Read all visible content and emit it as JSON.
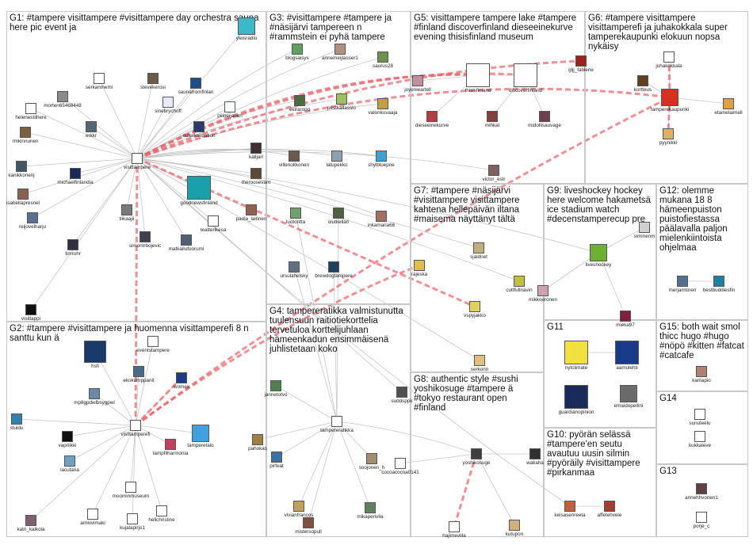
{
  "groups": [
    {
      "id": "G1",
      "label": "G1: #tampere visittampere #visittampere day orchestra sauna here pic event ja"
    },
    {
      "id": "G2",
      "label": "G2: #tampere #visittampere ja huomenna visittamperefi 8 n santtu kun ä"
    },
    {
      "id": "G3",
      "label": "G3: #visittampere #tampere ja #näsijärvi tampereen n #rammstein ei pyhä tampere"
    },
    {
      "id": "G4",
      "label": "G4: tampereratikka valmistunutta tuulensuun raitiotiekorttelia tervetuloa korttelijuhlaan hämeenkadun ensimmäisenä juhlistetaan koko"
    },
    {
      "id": "G5",
      "label": "G5: visittampere tampere lake #tampere #finland discoverfinland dieseeinekurve evening thisisfinland museum"
    },
    {
      "id": "G6",
      "label": "G6: #tampere visittampere visittamperefi ja juhakokkala super tamperekaupunki elokuun nopsa nykäisy"
    },
    {
      "id": "G7",
      "label": "G7: #tampere #näsijärvi #visittampere visittampere kahtena hellepäivän iltana #maisema näyttänyt tältä"
    },
    {
      "id": "G8",
      "label": "G8: authentic style #sushi yoshikosuge #tampere ä #tokyo restaurant open #finland"
    },
    {
      "id": "G9",
      "label": "G9: liveshockey hockey here welcome hakametsä ice stadium watch #decenstamperecup pre"
    },
    {
      "id": "G10",
      "label": "G10: pyörän selässä #tampere'en seutu avautuu uusin silmin #pyöräily #visittampere #pirkanmaa"
    },
    {
      "id": "G11",
      "label": "G11"
    },
    {
      "id": "G12",
      "label": "G12: olemme mukana 18 8 hämeenpuiston puistofiestassa päälavalla paljon mielenkiintoista ohjelmaa"
    },
    {
      "id": "G13",
      "label": "G13"
    },
    {
      "id": "G14",
      "label": "G14"
    },
    {
      "id": "G15",
      "label": "G15: both wait smol thicc hugo #hugo #nöpö #kitten #fatcat #catcafe"
    }
  ],
  "nodes": [
    {
      "label": "yleisradio",
      "color": "#3bb8c9"
    },
    {
      "label": "serkanmemi",
      "color": "#ffffff"
    },
    {
      "label": "stevekerosi",
      "color": "#6b5b4a"
    },
    {
      "label": "saunafromfinlan",
      "color": "#1f4d8a"
    },
    {
      "label": "morten65468448",
      "color": "#8a8a8a"
    },
    {
      "label": "helenestilhere",
      "color": "#ffffff"
    },
    {
      "label": "sinebrychoff",
      "color": "#e8e8ff"
    },
    {
      "label": "piiloeijanen",
      "color": "#ffffff"
    },
    {
      "label": "erkkr",
      "color": "#556677"
    },
    {
      "label": "euterksituation",
      "color": "#2a3b6c"
    },
    {
      "label": "rmkinnunen",
      "color": "#7a6040"
    },
    {
      "label": "kalljarl",
      "color": "#403030"
    },
    {
      "label": "kanikkonenj",
      "color": "#445566"
    },
    {
      "label": "visittampere",
      "color": "#ffffff"
    },
    {
      "label": "theroosevant",
      "color": "#5a4a3a"
    },
    {
      "label": "michaelfinlandia",
      "color": "#1a2a5a"
    },
    {
      "label": "goodnewsfinland",
      "color": "#1aa0a8"
    },
    {
      "label": "isabellapresnel",
      "color": "#8a6050"
    },
    {
      "label": "tiikaajii",
      "color": "#7a7a7a"
    },
    {
      "label": "teatterikesa",
      "color": "#ffffff"
    },
    {
      "label": "paola_laitinen",
      "color": "#906050"
    },
    {
      "label": "reijovelharju",
      "color": "#5a7090"
    },
    {
      "label": "simontrbojevic",
      "color": "#404050"
    },
    {
      "label": "matkailufoorumi",
      "color": "#506070"
    },
    {
      "label": "timruhr",
      "color": "#303040"
    },
    {
      "label": "visitlappi",
      "color": "#101010"
    },
    {
      "label": "blogsaisys",
      "color": "#60a060"
    },
    {
      "label": "annemeijlasser1",
      "color": "#b09080"
    },
    {
      "label": "saurus28",
      "color": "#709050"
    },
    {
      "label": "ekiraropo",
      "color": "#506a40"
    },
    {
      "label": "pestkallasslo",
      "color": "#a0c060"
    },
    {
      "label": "valonkuvaaja",
      "color": "#c0a040"
    },
    {
      "label": "villenokkonen",
      "color": "#6a5a50"
    },
    {
      "label": "latupekko",
      "color": "#90a0b0"
    },
    {
      "label": "shylbluepne",
      "color": "#40a0d0"
    },
    {
      "label": "luotoritta",
      "color": "#70a070"
    },
    {
      "label": "olutkellari",
      "color": "#506040"
    },
    {
      "label": "inkamaria66",
      "color": "#a07060"
    },
    {
      "label": "ursulahelsky",
      "color": "#607080"
    },
    {
      "label": "brewdogtampere",
      "color": "#204060"
    },
    {
      "label": "dieseeinekurve",
      "color": "#b04040"
    },
    {
      "label": "thisisfinland",
      "color": "#ffffff"
    },
    {
      "label": "discoverfinland",
      "color": "#ffffff"
    },
    {
      "label": "joyenieartell",
      "color": "#c090a0"
    },
    {
      "label": "mihkal",
      "color": "#804040"
    },
    {
      "label": "midollisauvage",
      "color": "#704050"
    },
    {
      "label": "gljj_fablene",
      "color": "#a02020"
    },
    {
      "label": "juhakokkala",
      "color": "#ffffff"
    },
    {
      "label": "kortteus",
      "color": "#604020"
    },
    {
      "label": "tamperekaupunki",
      "color": "#d83020"
    },
    {
      "label": "etamelaimell",
      "color": "#e0a040"
    },
    {
      "label": "pyynikki",
      "color": "#e0b060"
    },
    {
      "label": "victor_estr",
      "color": "#806060"
    },
    {
      "label": "hsfi",
      "color": "#1a3a6a"
    },
    {
      "label": "eventstampere",
      "color": "#ffffff"
    },
    {
      "label": "ekokumppanit",
      "color": "#4a6a8a"
    },
    {
      "label": "mp8gpdwlbsygpwl",
      "color": "#6a8aaa"
    },
    {
      "label": "womex",
      "color": "#1a3a8a"
    },
    {
      "label": "visittamperefi",
      "color": "#ffffff"
    },
    {
      "label": "tamperetalo",
      "color": "#40a0e0"
    },
    {
      "label": "vapriikki",
      "color": "#101010"
    },
    {
      "label": "tampfilharmonia",
      "color": "#c04060"
    },
    {
      "label": "stuidu",
      "color": "#3080b0"
    },
    {
      "label": "lacutaria",
      "color": "#70a0c0"
    },
    {
      "label": "moominmuseum",
      "color": "#ffffff"
    },
    {
      "label": "hellchristine",
      "color": "#ffffff"
    },
    {
      "label": "katri_kalkola",
      "color": "#806070"
    },
    {
      "label": "arnkivimaki",
      "color": "#ffffff"
    },
    {
      "label": "kujalapirjo1",
      "color": "#ffffff"
    },
    {
      "label": "jannetotvo",
      "color": "#508050"
    },
    {
      "label": "pahokas",
      "color": "#a08040"
    },
    {
      "label": "tampereratikka",
      "color": "#ffffff"
    },
    {
      "label": "pirfeat",
      "color": "#4070a0"
    },
    {
      "label": "soojonen_h",
      "color": "#a09070"
    },
    {
      "label": "vivianfrancos",
      "color": "#c0a060"
    },
    {
      "label": "mikaperivila",
      "color": "#608060"
    },
    {
      "label": "mistersopull",
      "color": "#805040"
    },
    {
      "label": "rajeska",
      "color": "#e0c040"
    },
    {
      "label": "sjaldnet",
      "color": "#c0b080"
    },
    {
      "label": "cuttfullnavin",
      "color": "#c0c040"
    },
    {
      "label": "vspyjakko",
      "color": "#e0d060"
    },
    {
      "label": "serkonn",
      "color": "#e0c080"
    },
    {
      "label": "suddsppk",
      "color": "#505050"
    },
    {
      "label": "yoshikosuge",
      "color": "#404040"
    },
    {
      "label": "wakaha",
      "color": "#303030"
    },
    {
      "label": "cocoacocoa0141",
      "color": "#ffffff"
    },
    {
      "label": "hajimevilla",
      "color": "#ffffff"
    },
    {
      "label": "kutupon",
      "color": "#d0b080"
    },
    {
      "label": "liveshockey",
      "color": "#70b030"
    },
    {
      "label": "mikkoeronen",
      "color": "#d0a0b0"
    },
    {
      "label": "mieka97",
      "color": "#802040"
    },
    {
      "label": "siminenm",
      "color": "#d0d0d0"
    },
    {
      "label": "merjamtinen",
      "color": "#507090"
    },
    {
      "label": "bestbuddiesfin",
      "color": "#2080a0"
    },
    {
      "label": "nytclimate",
      "color": "#f0e040"
    },
    {
      "label": "aamulehti",
      "color": "#1a3a8a"
    },
    {
      "label": "guardianopinion",
      "color": "#1a2a5a"
    },
    {
      "label": "emaidopellini",
      "color": "#6a6a6a"
    },
    {
      "label": "keisasenreeta",
      "color": "#c06040"
    },
    {
      "label": "affetehvele",
      "color": "#a04030"
    },
    {
      "label": "karilapio",
      "color": "#b08070"
    },
    {
      "label": "sunuleelu",
      "color": "#ffffff"
    },
    {
      "label": "kukkaleve",
      "color": "#ffffff"
    },
    {
      "label": "annehhvonen1",
      "color": "#604040"
    },
    {
      "label": "porje_c",
      "color": "#ffffff"
    }
  ]
}
